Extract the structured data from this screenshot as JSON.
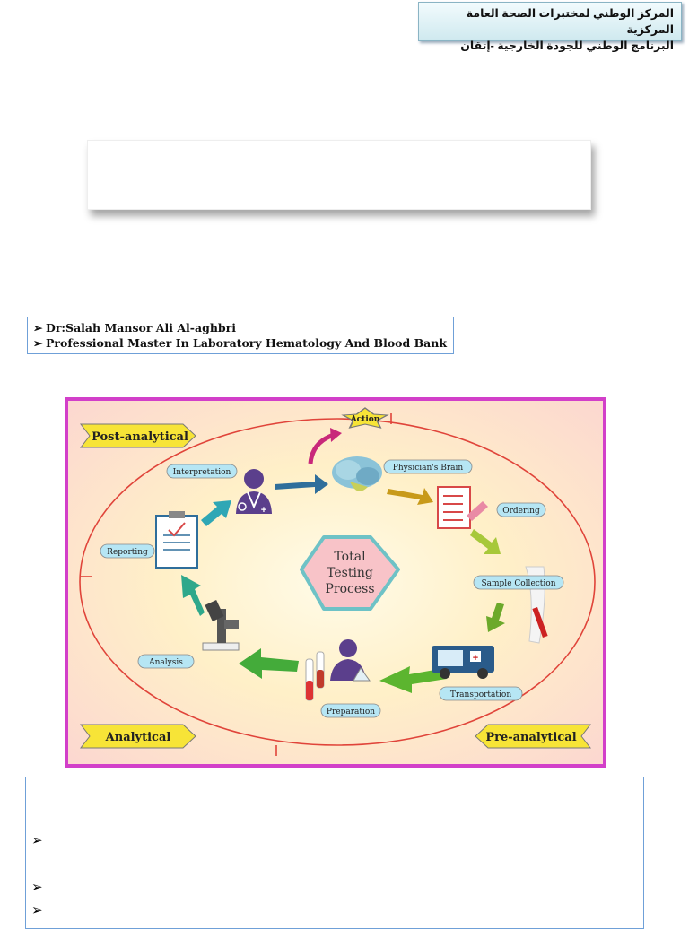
{
  "header": {
    "line1": "المركز الوطني لمختبرات الصحة العامة المركزية",
    "line2": "البرنامج الوطني للجودة الخارجية -إتقان"
  },
  "author": {
    "name": "Dr:Salah Mansor Ali Al-aghbri",
    "degree": "Professional Master In Laboratory Hematology And Blood Bank",
    "bullet": "➢"
  },
  "diagram": {
    "center": [
      "Total",
      "Testing",
      "Process"
    ],
    "phases": {
      "post": "Post-analytical",
      "analytical": "Analytical",
      "pre": "Pre-analytical"
    },
    "steps": {
      "action": "Action",
      "brain": "Physician's Brain",
      "ordering": "Ordering",
      "sample": "Sample Collection",
      "transport": "Transportation",
      "preparation": "Preparation",
      "analysis": "Analysis",
      "reporting": "Reporting",
      "interpretation": "Interpretation"
    }
  },
  "bottom": {
    "bullet": "➢"
  }
}
